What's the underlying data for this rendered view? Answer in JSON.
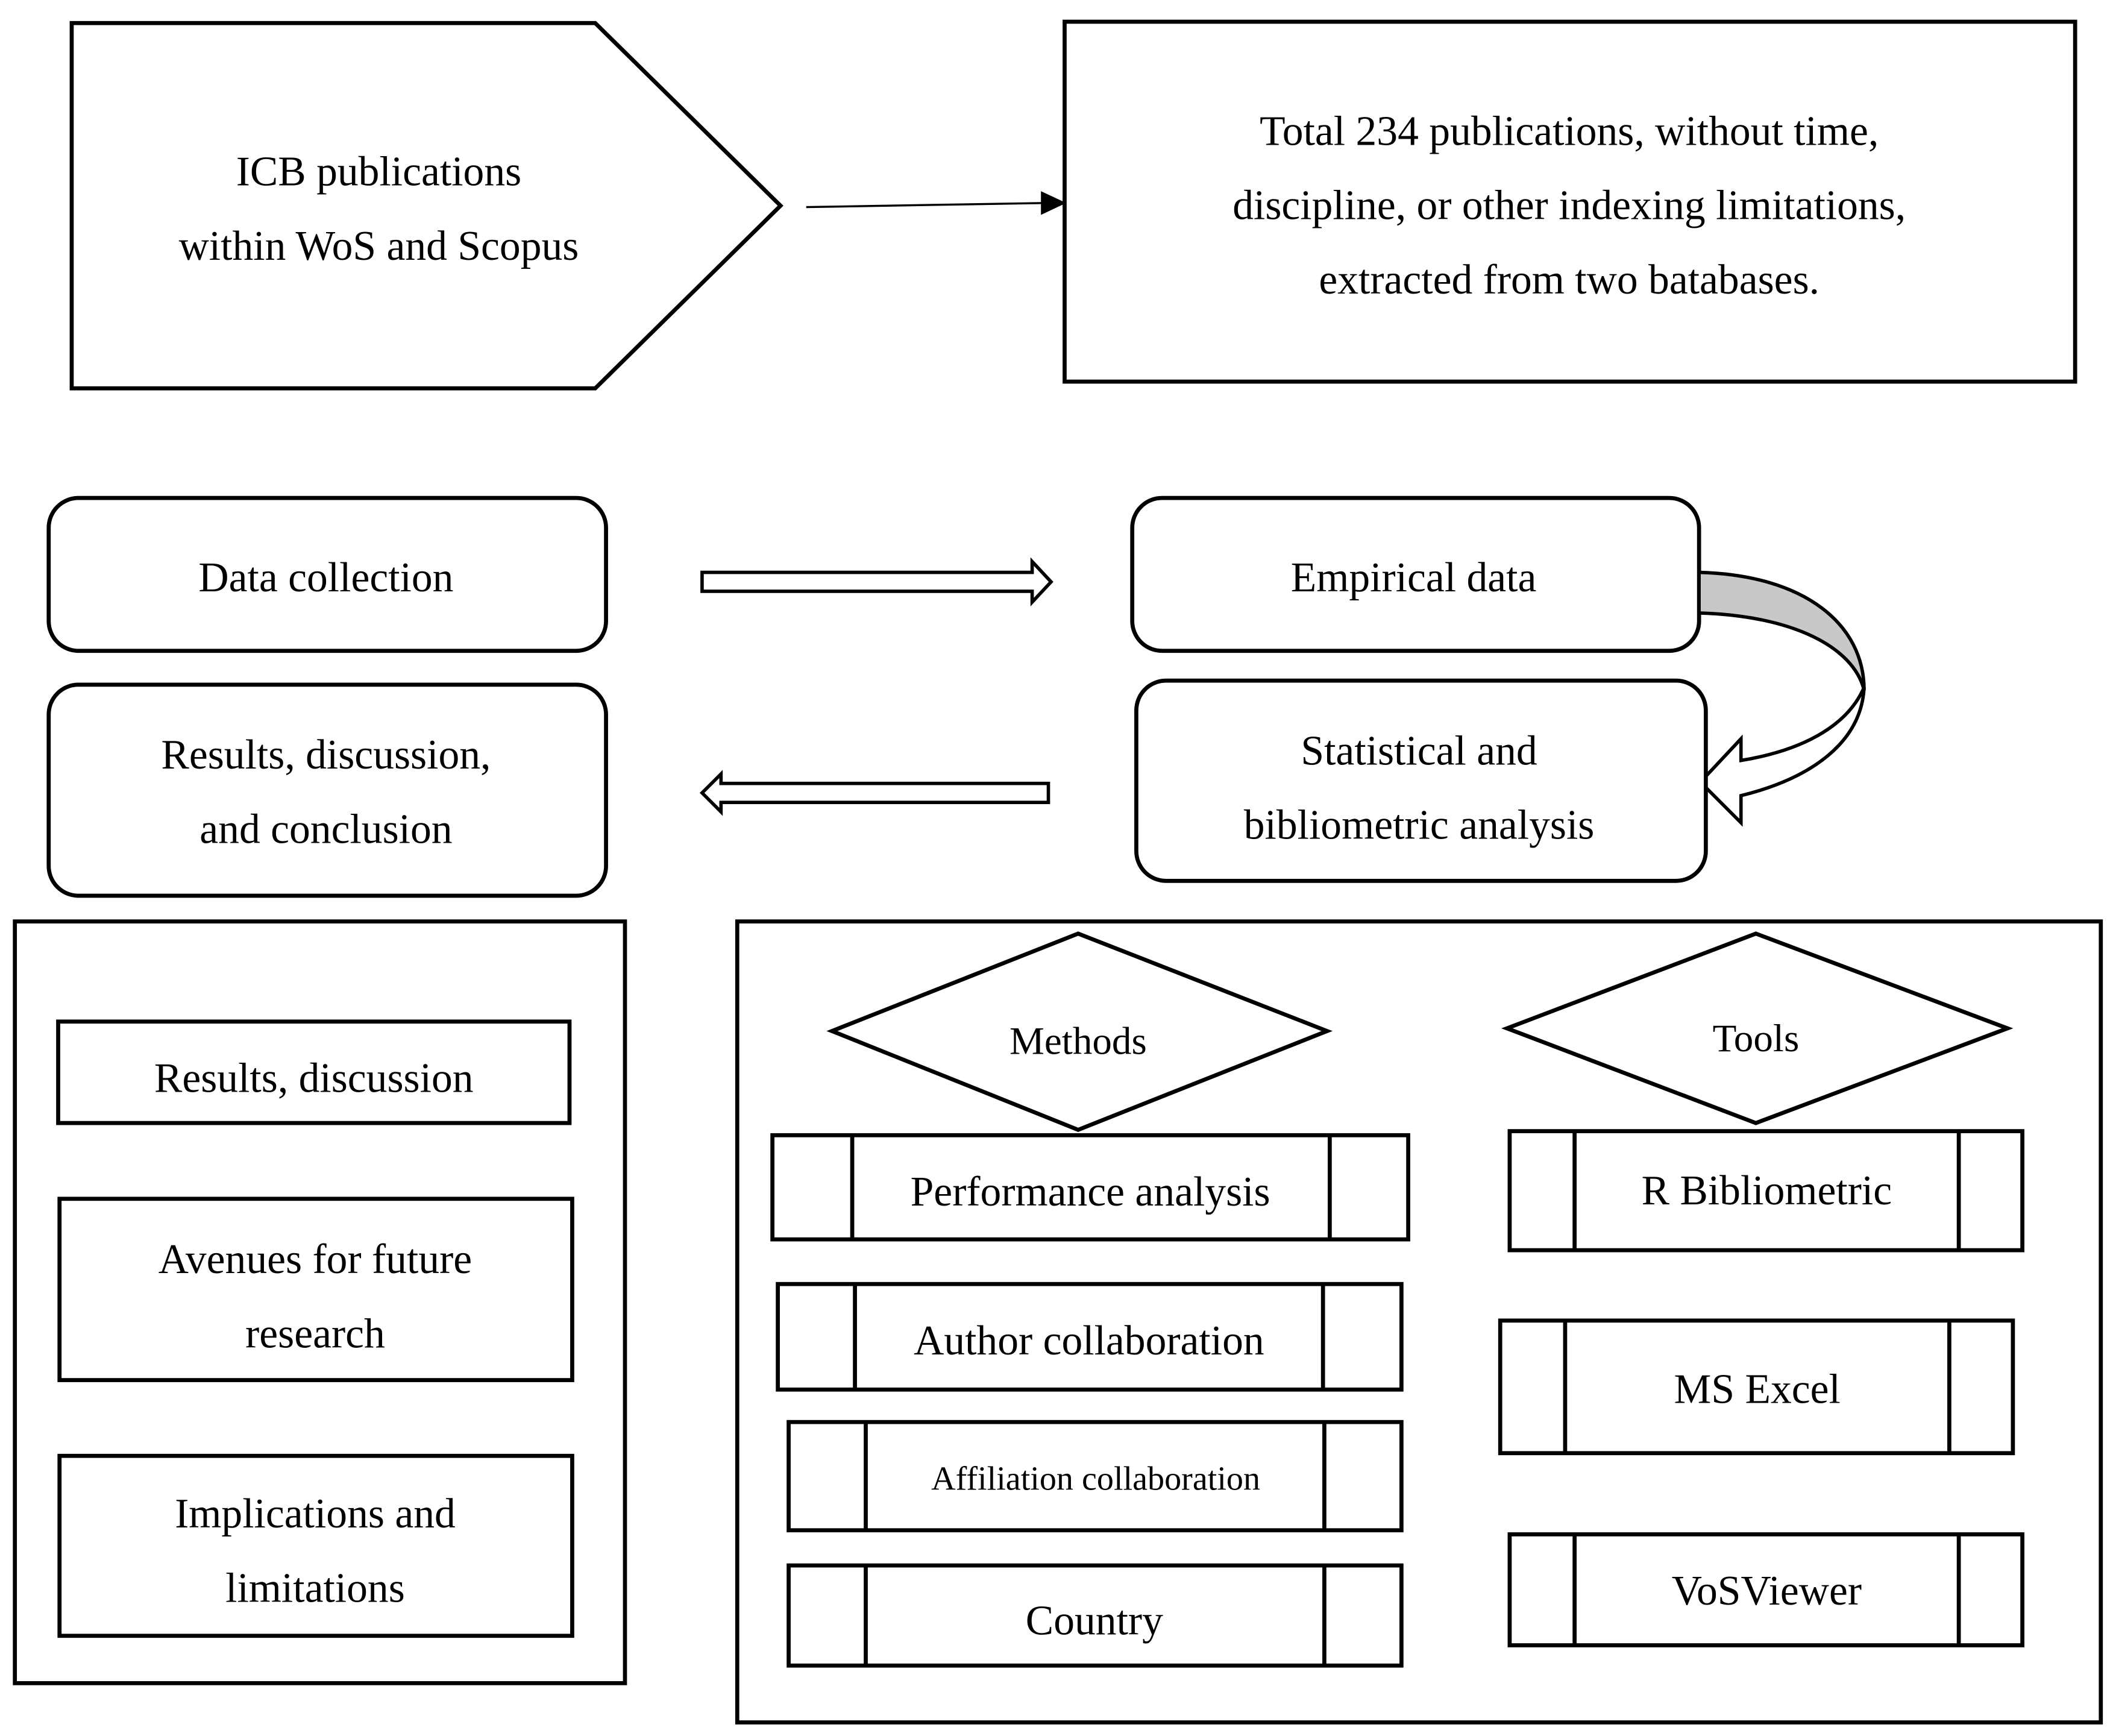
{
  "source_box": {
    "lines": [
      "ICB publications",
      "within WoS and Scopus"
    ]
  },
  "scope_box": {
    "lines": [
      "Total 234 publications, without time,",
      "discipline, or other indexing limitations,",
      "extracted from two batabases."
    ]
  },
  "workflow": {
    "data_collection": "Data collection",
    "empirical_data": "Empirical data",
    "analysis": {
      "lines": [
        "Statistical and",
        "bibliometric analysis"
      ]
    },
    "results": {
      "lines": [
        "Results, discussion,",
        "and conclusion"
      ]
    }
  },
  "outputs": {
    "items": [
      {
        "lines": [
          "Results, discussion"
        ]
      },
      {
        "lines": [
          "Avenues for future",
          "research"
        ]
      },
      {
        "lines": [
          "Implications and",
          "limitations"
        ]
      }
    ]
  },
  "methods": {
    "label": "Methods",
    "items": [
      "Performance analysis",
      "Author collaboration",
      "Affiliation collaboration",
      "Country"
    ]
  },
  "tools": {
    "label": "Tools",
    "items": [
      "R Bibliometric",
      "MS Excel",
      "VoSViewer"
    ]
  },
  "colors": {
    "background": "#ffffff",
    "line": "#000000",
    "shade": "#c8c8c8"
  }
}
